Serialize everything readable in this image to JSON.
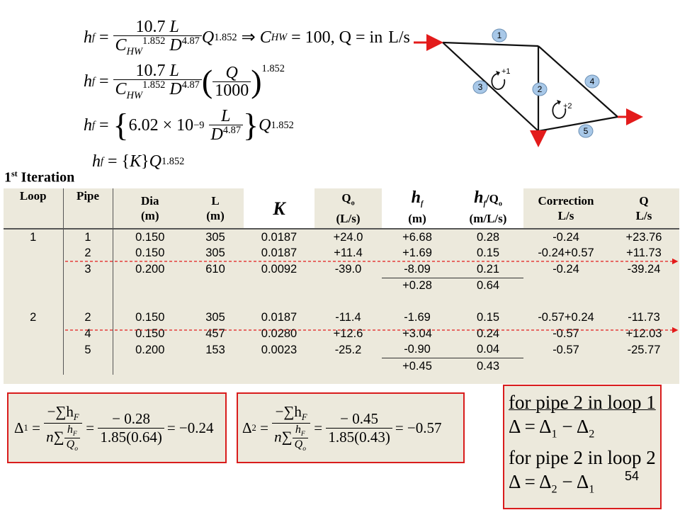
{
  "formulas": {
    "hf_lhs": "h",
    "hf_sub": "f",
    "f1_coef": "10.7",
    "f1_L": "L",
    "f1_CHW": "C",
    "f1_CHW_sub": "HW",
    "f1_exp": "1.852",
    "f1_D": "D",
    "f1_Dexp": "4.87",
    "f1_Q": "Q",
    "f1_Qexp": "1.852",
    "f1_note": "C",
    "f1_note_sub": "HW",
    "f1_note_rest": " = 100, Q = in",
    "f1_unit": "L/s",
    "f2_Qnum": "Q",
    "f2_Qden": "1000",
    "f2_exp": "1.852",
    "f3_coef": "6.02 × 10",
    "f3_coef_exp": "−9",
    "f3_L": "L",
    "f3_D": "D",
    "f3_Dexp": "4.87",
    "f3_Q": "Q",
    "f3_Qexp": "1.852",
    "f4_K": "K",
    "f4_Q": "Q",
    "f4_exp": "1.852"
  },
  "diagram": {
    "pipe_labels": [
      "1",
      "2",
      "3",
      "4",
      "5"
    ],
    "loop_labels": [
      "+1",
      "+2"
    ],
    "node_color": "#a8c8e8",
    "arrow_color": "#e31b1b"
  },
  "iteration": {
    "title_num": "1",
    "title_sup": "st",
    "title_rest": " Iteration"
  },
  "table": {
    "headers": [
      {
        "line1": "Loop",
        "line2": ""
      },
      {
        "line1": "Pipe",
        "line2": ""
      },
      {
        "line1": "Dia",
        "line2": "(m)"
      },
      {
        "line1": "L",
        "line2": "(m)"
      },
      {
        "line1": "K",
        "line2": ""
      },
      {
        "line1": "Q",
        "line2": "(L/s)"
      },
      {
        "line1": "h",
        "line2": "(m)"
      },
      {
        "line1": "h",
        "line2": "(m/L/s)"
      },
      {
        "line1": "Correction",
        "line2": "L/s"
      },
      {
        "line1": "Q",
        "line2": "L/s"
      }
    ],
    "header_subs": {
      "Qo": "o",
      "hf": "f",
      "hfQ_rest": "/Q",
      "hfQ_sub": "o"
    },
    "rows": [
      {
        "loop": "1",
        "pipe": "1",
        "dia": "0.150",
        "L": "305",
        "K": "0.0187",
        "Q0": "+24.0",
        "hf": "+6.68",
        "hfQ": "0.28",
        "corr": "-0.24",
        "Q": "+23.76"
      },
      {
        "loop": "",
        "pipe": "2",
        "dia": "0.150",
        "L": "305",
        "K": "0.0187",
        "Q0": "+11.4",
        "hf": "+1.69",
        "hfQ": "0.15",
        "corr": "-0.24+0.57",
        "Q": "+11.73"
      },
      {
        "loop": "",
        "pipe": "3",
        "dia": "0.200",
        "L": "610",
        "K": "0.0092",
        "Q0": "-39.0",
        "hf": "-8.09",
        "hfQ": "0.21",
        "corr": "-0.24",
        "Q": "-39.24"
      },
      {
        "loop": "",
        "pipe": "",
        "dia": "",
        "L": "",
        "K": "",
        "Q0": "",
        "hf": "+0.28",
        "hfQ": "0.64",
        "corr": "",
        "Q": ""
      },
      {
        "loop": "",
        "pipe": "",
        "dia": "",
        "L": "",
        "K": "",
        "Q0": "",
        "hf": "",
        "hfQ": "",
        "corr": "",
        "Q": ""
      },
      {
        "loop": "2",
        "pipe": "2",
        "dia": "0.150",
        "L": "305",
        "K": "0.0187",
        "Q0": "-11.4",
        "hf": "-1.69",
        "hfQ": "0.15",
        "corr": "-0.57+0.24",
        "Q": "-11.73"
      },
      {
        "loop": "",
        "pipe": "4",
        "dia": "0.150",
        "L": "457",
        "K": "0.0280",
        "Q0": "+12.6",
        "hf": "+3.04",
        "hfQ": "0.24",
        "corr": "-0.57",
        "Q": "+12.03"
      },
      {
        "loop": "",
        "pipe": "5",
        "dia": "0.200",
        "L": "153",
        "K": "0.0023",
        "Q0": "-25.2",
        "hf": "-0.90",
        "hfQ": "0.04",
        "corr": "-0.57",
        "Q": "-25.77"
      },
      {
        "loop": "",
        "pipe": "",
        "dia": "",
        "L": "",
        "K": "",
        "Q0": "",
        "hf": "+0.45",
        "hfQ": "0.43",
        "corr": "",
        "Q": ""
      }
    ]
  },
  "delta1": {
    "lhs": "Δ",
    "sub": "1",
    "num1": "−∑h",
    "den1": "n∑",
    "num2": "− 0.28",
    "den2": "1.85(0.64)",
    "result": "= −0.24",
    "hF": "h",
    "hF_sub": "F",
    "Qo": "Q",
    "Qo_sub": "o"
  },
  "delta2": {
    "lhs": "Δ",
    "sub": "2",
    "num1": "−∑h",
    "den1": "n∑",
    "num2": "− 0.45",
    "den2": "1.85(0.43)",
    "result": "= −0.57",
    "hF": "h",
    "hF_sub": "F",
    "Qo": "Q",
    "Qo_sub": "o"
  },
  "right_box": {
    "line1": "for pipe 2 in loop 1",
    "line2_a": "Δ = Δ",
    "line2_s1": "1",
    "line2_b": " − Δ",
    "line2_s2": "2",
    "line3": "for pipe 2 in loop 2",
    "line4_a": "Δ = Δ",
    "line4_s1": "2",
    "line4_b": " − Δ",
    "line4_s2": "1"
  },
  "page_number": "54"
}
